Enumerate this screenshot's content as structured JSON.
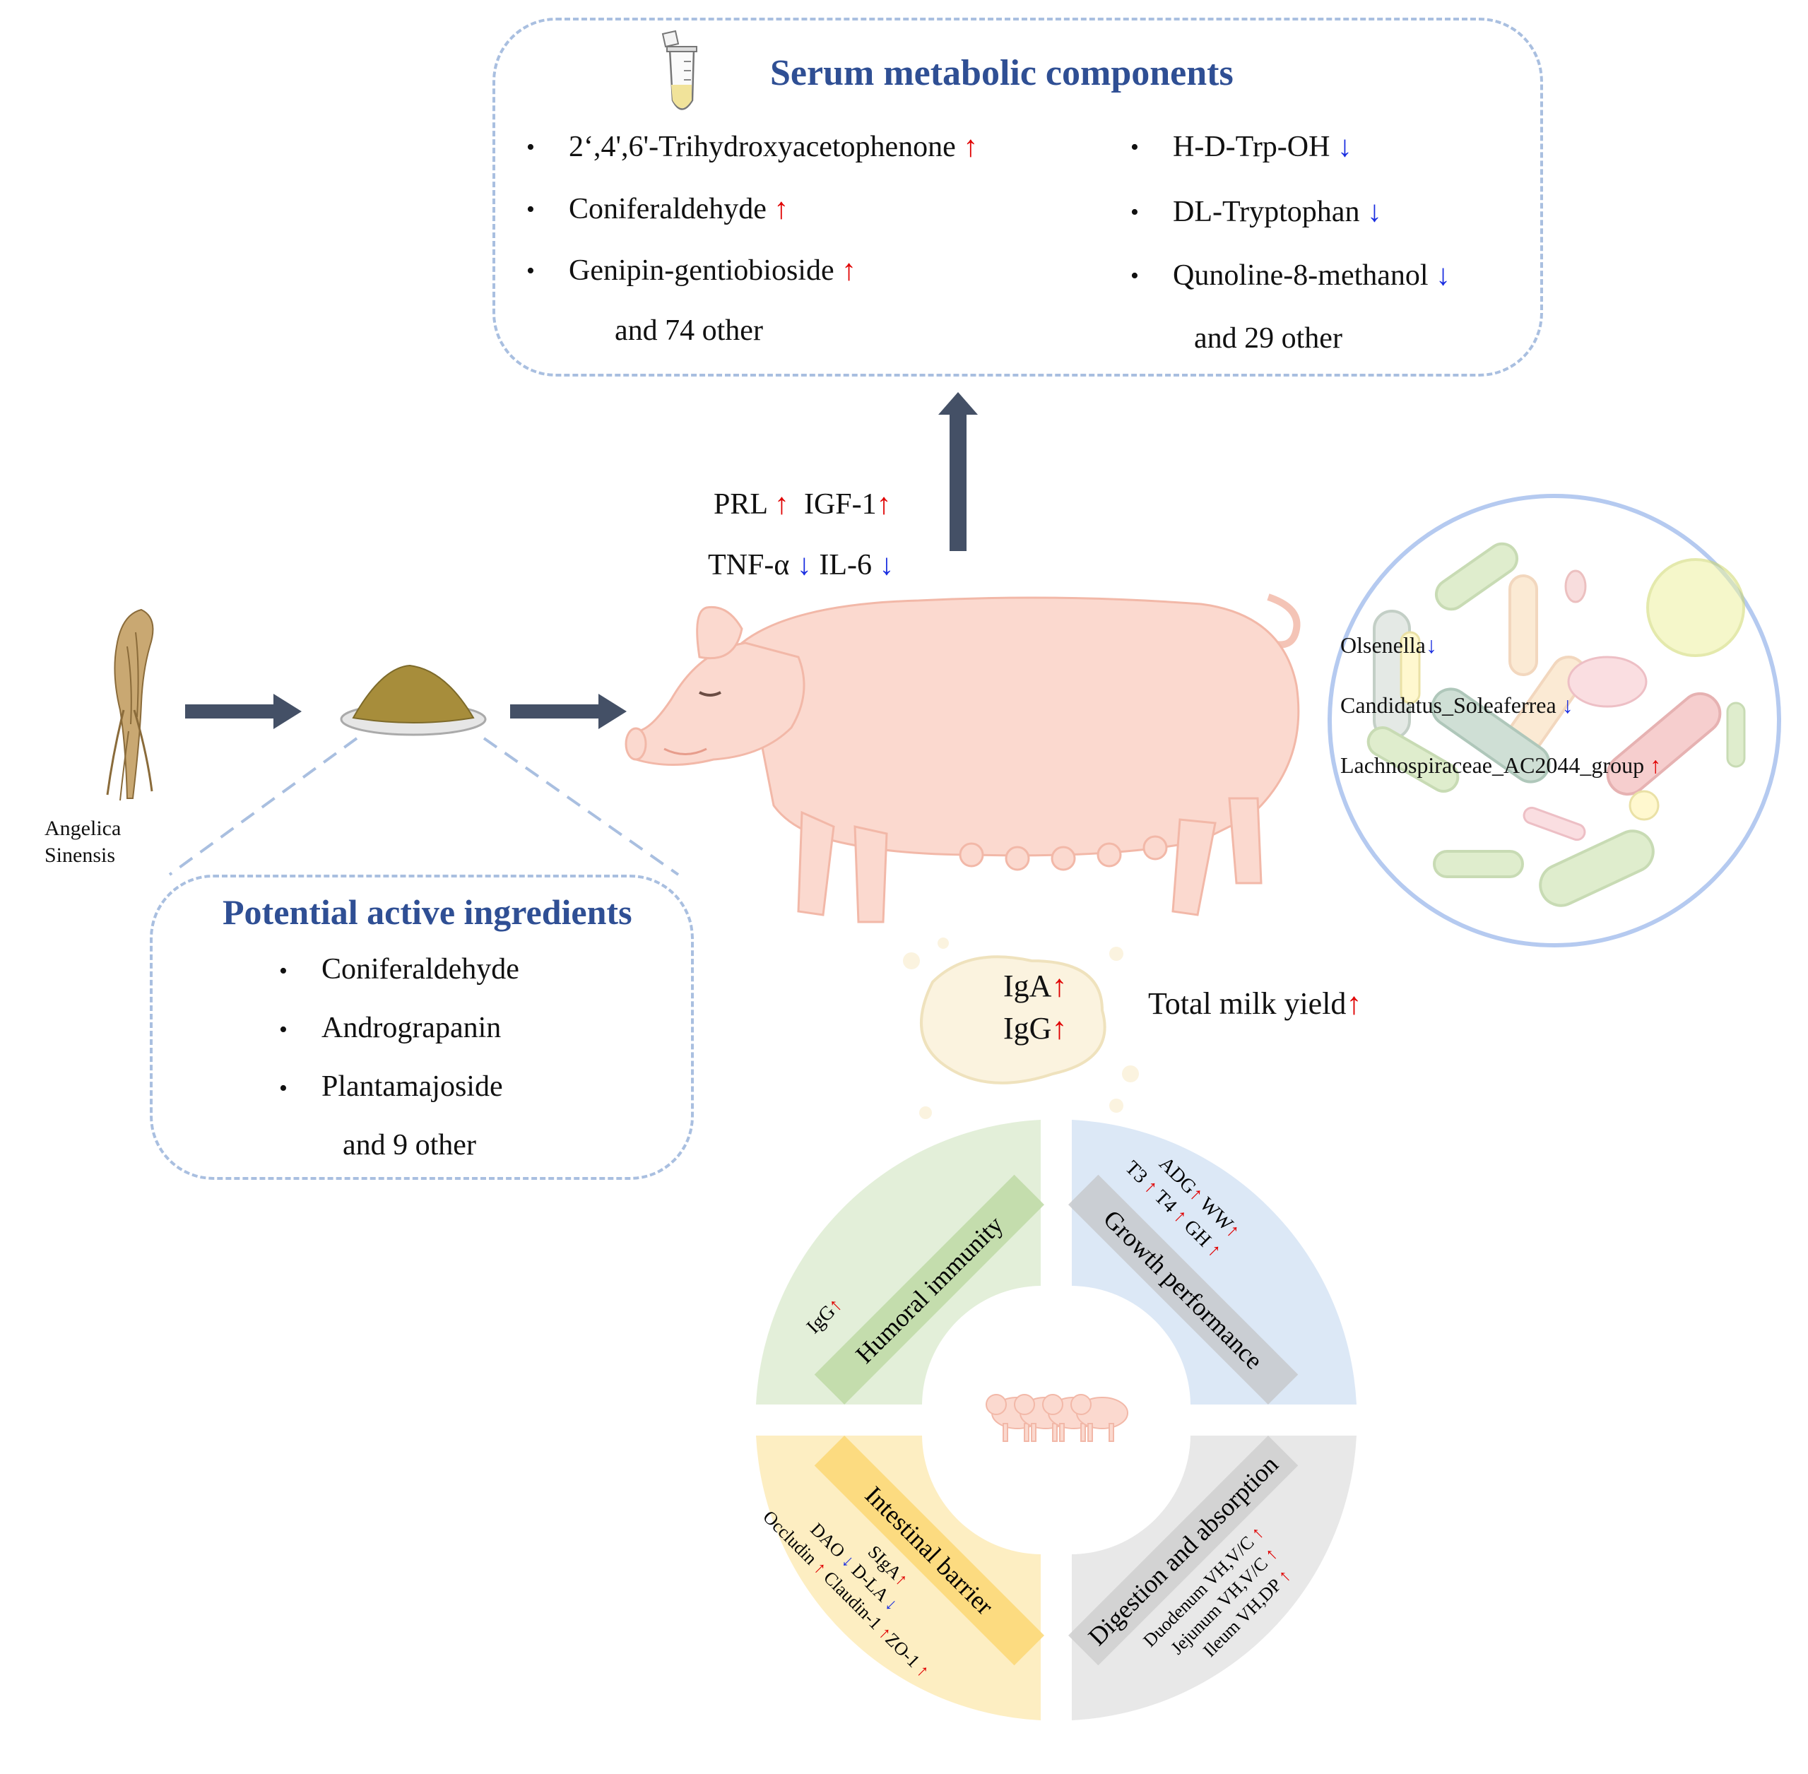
{
  "serum": {
    "title": "Serum metabolic components",
    "left_items": [
      "2‘,4',6'-Trihydroxyacetophenone",
      "Coniferaldehyde",
      "Genipin-gentiobioside"
    ],
    "left_more": "and 74 other",
    "right_items": [
      "H-D-Trp-OH",
      "DL-Tryptophan",
      "Qunoline-8-methanol"
    ],
    "right_more": "and 29 other"
  },
  "plant": {
    "line1": "Angelica",
    "line2": "Sinensis"
  },
  "ingredients": {
    "title": "Potential active ingredients",
    "items": [
      "Coniferaldehyde",
      "Andrograpanin",
      "Plantamajoside"
    ],
    "more": "and 9 other"
  },
  "hormones": {
    "prl": "PRL",
    "igf": "IGF-1",
    "tnf": "TNF-α",
    "il6": "IL-6"
  },
  "microbes": [
    "Olsenella",
    "Candidatus_Soleaferrea",
    "Lachnospiraceae_AC2044_group"
  ],
  "milk": {
    "iga": "IgA",
    "igg": "IgG",
    "yield": "Total milk yield"
  },
  "arrows": {
    "up": "↑",
    "down": "↓"
  },
  "wheel": {
    "humoral": {
      "title": "Humoral immunity",
      "item": "IgG"
    },
    "growth": {
      "title": "Growth performance",
      "line1a": "ADG",
      "line1b": "WW",
      "line2a": "T3",
      "line2b": "T4",
      "line2c": "GH"
    },
    "barrier": {
      "title": "Intestinal barrier",
      "l1": "SIgA",
      "l2a": "DAO",
      "l2b": "D-LA",
      "l3a": "Occludin",
      "l3b": "Claudin-1",
      "l3c": "ZO-1"
    },
    "digestion": {
      "title": "Digestion and absorption",
      "l1": "Duodenum VH,V/C",
      "l2": "Jejunum VH,V/C",
      "l3": "Ileum VH,DP"
    }
  },
  "colors": {
    "accent_title": "#2f4f94",
    "arrow": "#445066",
    "up": "#e00000",
    "down": "#1a2ee0",
    "q_green": "#e3efd9",
    "q_blue": "#dce8f6",
    "q_yellow": "#fdeec2",
    "q_grey": "#e8e8e8"
  }
}
